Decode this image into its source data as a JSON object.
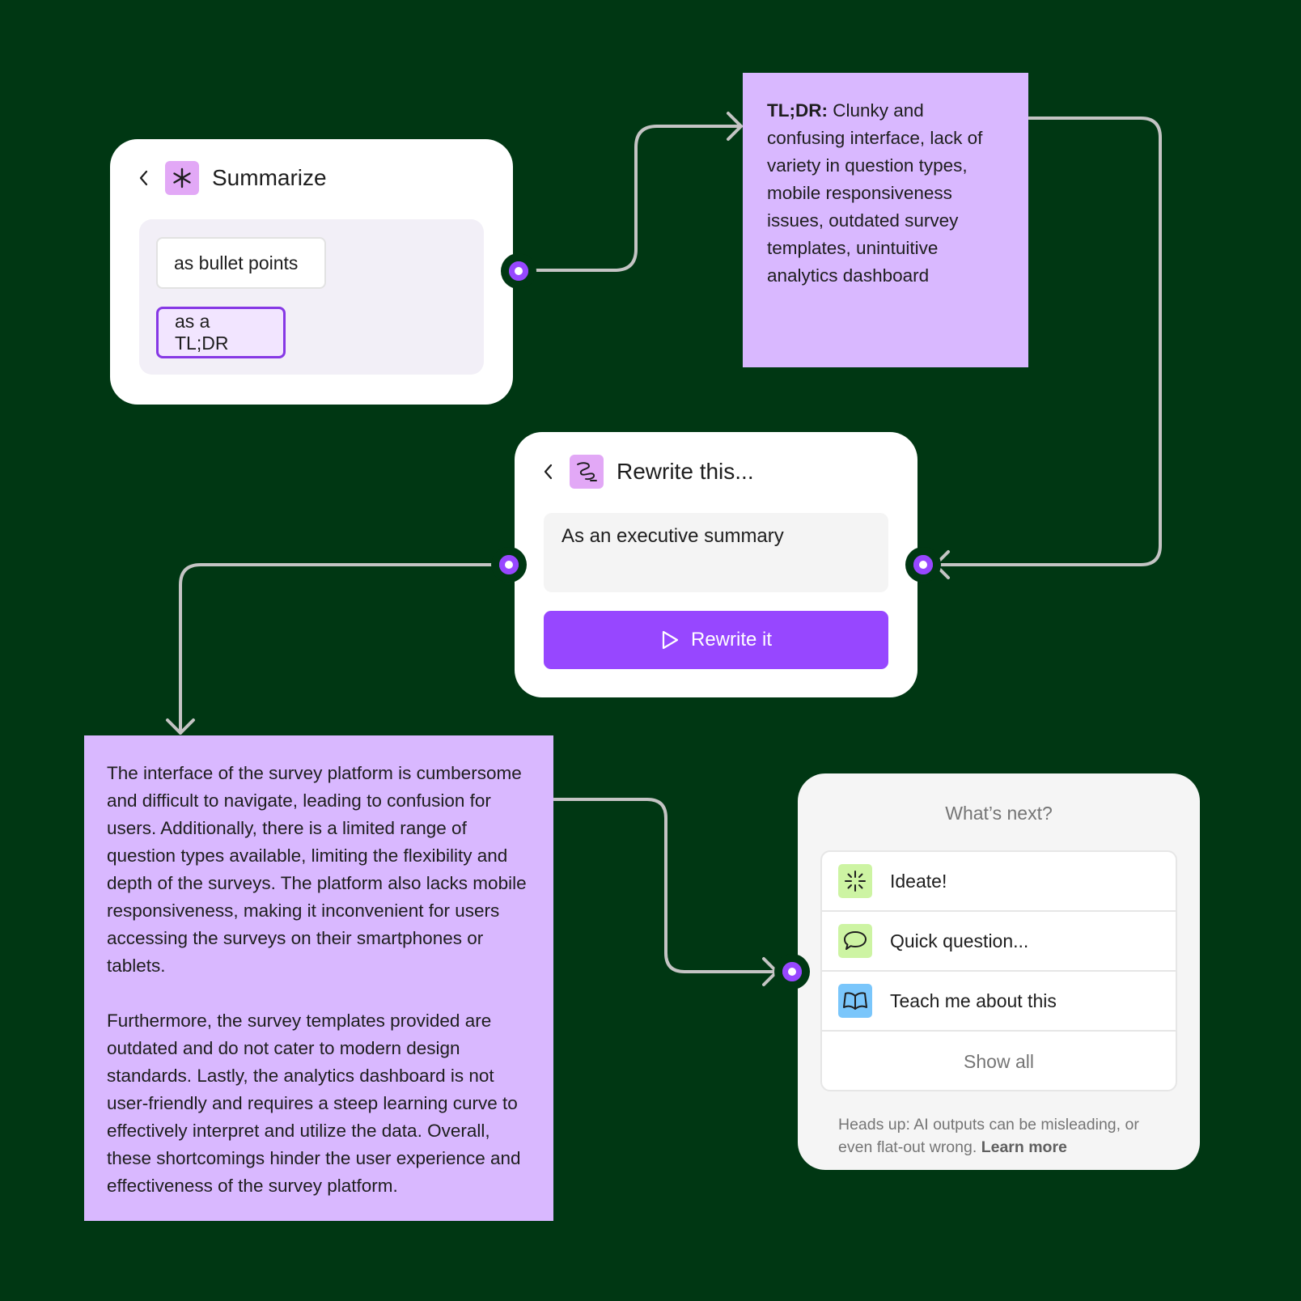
{
  "summarize": {
    "title": "Summarize",
    "options": [
      "as bullet points",
      "as a TL;DR"
    ],
    "selected_option": "as a TL;DR",
    "icon": "asterisk-icon"
  },
  "tldr_note": {
    "label": "TL;DR:",
    "text": " Clunky and confusing interface, lack of variety in question types, mobile responsiveness issues, outdated survey templates, unintuitive analytics dashboard"
  },
  "rewrite": {
    "title": "Rewrite this...",
    "prompt": "As an executive summary",
    "button_label": "Rewrite it",
    "icon": "squiggle-icon"
  },
  "long_note": {
    "paragraphs": [
      "The interface of the survey platform is cumbersome and difficult to navigate, leading to confusion for users. Additionally, there is a limited range of question types available, limiting the flexibility and depth of the surveys. The platform also lacks mobile responsiveness, making it inconvenient for users accessing the surveys on their smartphones or tablets.",
      "Furthermore, the survey templates provided are outdated and do not cater to modern design standards. Lastly, the analytics dashboard is not user-friendly and requires a steep learning curve to effectively interpret and utilize the data. Overall, these shortcomings hinder the user experience and effectiveness of the survey platform."
    ]
  },
  "whats_next": {
    "title": "What’s next?",
    "actions": [
      {
        "label": "Ideate!",
        "icon": "sparkle-icon"
      },
      {
        "label": "Quick question...",
        "icon": "speech-bubble-icon"
      },
      {
        "label": "Teach me about this",
        "icon": "open-book-icon"
      }
    ],
    "show_all": "Show all",
    "disclaimer": "Heads up: AI outputs can be misleading, or even flat-out wrong.",
    "learn_more": "Learn more"
  },
  "colors": {
    "background": "#003713",
    "sticky": "#d9b8ff",
    "accent": "#9747ff",
    "connector": "#c4c4c4"
  }
}
